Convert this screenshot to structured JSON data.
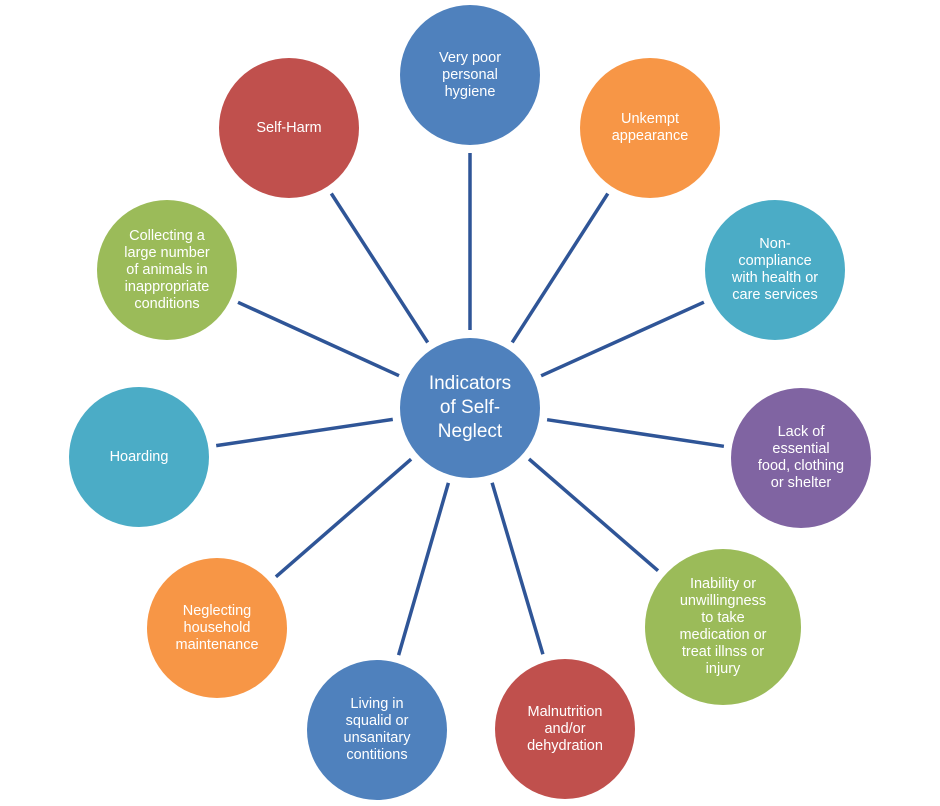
{
  "diagram": {
    "center": {
      "label": "Indicators\nof Self-\nNeglect",
      "color": "#4f81bd"
    },
    "nodes": [
      {
        "id": "very-poor-personal-hygiene",
        "label": "Very poor\npersonal\nhygiene",
        "color": "#4f81bd"
      },
      {
        "id": "unkempt-appearance",
        "label": "Unkempt\nappearance",
        "color": "#f79646"
      },
      {
        "id": "non-compliance",
        "label": "Non-\ncompliance\nwith health or\ncare services",
        "color": "#4bacc6"
      },
      {
        "id": "lack-of-essentials",
        "label": "Lack of\nessential\nfood, clothing\nor shelter",
        "color": "#8064a2"
      },
      {
        "id": "inability-medication",
        "label": "Inability or\nunwillingness\nto take\nmedication or\ntreat illnss or\ninjury",
        "color": "#9bbb59"
      },
      {
        "id": "malnutrition",
        "label": "Malnutrition\nand/or\ndehydration",
        "color": "#c0504d"
      },
      {
        "id": "living-in-squalid",
        "label": "Living in\nsqualid or\nunsanitary\ncontitions",
        "color": "#4f81bd"
      },
      {
        "id": "neglecting-household",
        "label": "Neglecting\nhousehold\nmaintenance",
        "color": "#f79646"
      },
      {
        "id": "hoarding",
        "label": "Hoarding",
        "color": "#4bacc6"
      },
      {
        "id": "collecting-animals",
        "label": "Collecting a\nlarge number\nof animals in\ninappropriate\nconditions",
        "color": "#9bbb59"
      },
      {
        "id": "self-harm",
        "label": "Self-Harm",
        "color": "#c0504d"
      }
    ],
    "connector_color": "#2f5597"
  }
}
